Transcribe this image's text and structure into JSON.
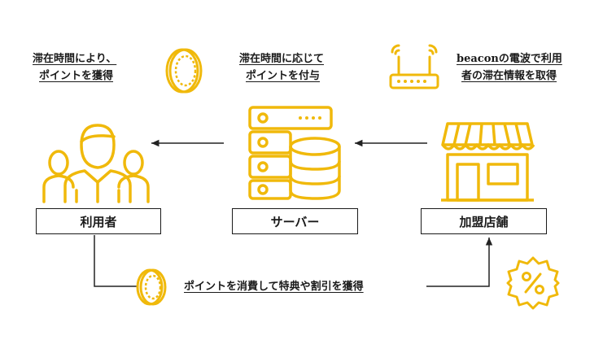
{
  "colors": {
    "accent": "#f0b90b",
    "line": "#222222"
  },
  "captions": {
    "user_reward_line1": "滞在時間により、",
    "user_reward_line2": "ポイントを獲得",
    "server_grant_line1": "滞在時間に応じて",
    "server_grant_line2": "ポイントを付与",
    "beacon_line1": "beaconの電波で利用",
    "beacon_line2": "者の滞在情報を取得",
    "bottom_flow": "ポイントを消費して特典や割引を獲得"
  },
  "nodes": {
    "user": "利用者",
    "server": "サーバー",
    "store": "加盟店舗"
  },
  "icons": {
    "coin": "coin-icon",
    "router": "router-icon",
    "people": "people-group-icon",
    "server": "server-database-icon",
    "store": "store-front-icon",
    "discount": "discount-badge-icon"
  }
}
